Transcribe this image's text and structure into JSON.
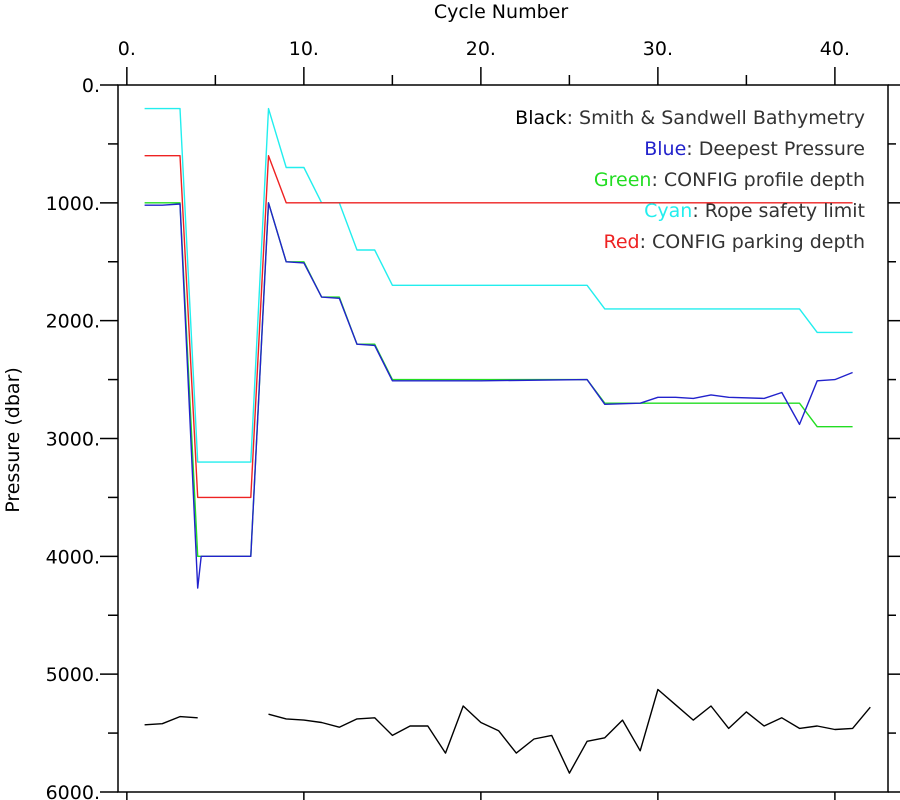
{
  "chart_data": {
    "type": "line",
    "xlabel": "Cycle Number",
    "ylabel": "Pressure (dbar)",
    "xlim": [
      -0.5,
      43
    ],
    "ylim": [
      6000,
      0
    ],
    "y_inverted": true,
    "x_axis_position": "top",
    "xticks_major": [
      0,
      10,
      20,
      30,
      40
    ],
    "xtick_labels": [
      "0.",
      "10.",
      "20.",
      "30.",
      "40."
    ],
    "xticks_minor": [
      5,
      15,
      25,
      35
    ],
    "yticks_major": [
      0,
      1000,
      2000,
      3000,
      4000,
      5000,
      6000
    ],
    "ytick_labels": [
      "0.",
      "1000.",
      "2000.",
      "3000.",
      "4000.",
      "5000.",
      "6000."
    ],
    "yticks_minor": [
      500,
      1500,
      2500,
      3500,
      4500,
      5500
    ],
    "grid": false,
    "legend_position": "top-right",
    "legend": [
      {
        "color_word": "Black",
        "text": ": Smith & Sandwell Bathymetry",
        "color": "#000000"
      },
      {
        "color_word": "Blue",
        "text": ": Deepest Pressure",
        "color": "#2222cc"
      },
      {
        "color_word": "Green",
        "text": ": CONFIG profile depth",
        "color": "#22dd22"
      },
      {
        "color_word": "Cyan",
        "text": ": Rope safety limit",
        "color": "#22eeee"
      },
      {
        "color_word": "Red",
        "text": ": CONFIG parking depth",
        "color": "#ee2222"
      }
    ],
    "series": [
      {
        "id": "rope",
        "color": "#22eeee",
        "points": [
          [
            1,
            200
          ],
          [
            3,
            200
          ],
          [
            4,
            3200
          ],
          [
            7,
            3200
          ],
          [
            8,
            200
          ],
          [
            9,
            700
          ],
          [
            10,
            700
          ],
          [
            11,
            1000
          ],
          [
            12,
            1000
          ],
          [
            13,
            1400
          ],
          [
            14,
            1400
          ],
          [
            15,
            1700
          ],
          [
            26,
            1700
          ],
          [
            27,
            1900
          ],
          [
            38,
            1900
          ],
          [
            39,
            2100
          ],
          [
            41,
            2100
          ]
        ]
      },
      {
        "id": "parking",
        "color": "#ee2222",
        "points": [
          [
            1,
            600
          ],
          [
            3,
            600
          ],
          [
            4,
            3500
          ],
          [
            7,
            3500
          ],
          [
            8,
            600
          ],
          [
            9,
            1000
          ],
          [
            41,
            1000
          ]
        ]
      },
      {
        "id": "profile",
        "color": "#22dd22",
        "points": [
          [
            1,
            1000
          ],
          [
            3,
            1000
          ],
          [
            4,
            4000
          ],
          [
            7,
            4000
          ],
          [
            8,
            1000
          ],
          [
            9,
            1500
          ],
          [
            10,
            1500
          ],
          [
            11,
            1800
          ],
          [
            12,
            1800
          ],
          [
            13,
            2200
          ],
          [
            14,
            2200
          ],
          [
            15,
            2500
          ],
          [
            26,
            2500
          ],
          [
            27,
            2700
          ],
          [
            38,
            2700
          ],
          [
            39,
            2900
          ],
          [
            41,
            2900
          ]
        ]
      },
      {
        "id": "deepest",
        "color": "#2222cc",
        "points": [
          [
            1,
            1020
          ],
          [
            2,
            1020
          ],
          [
            3,
            1010
          ],
          [
            4,
            4270
          ],
          [
            4.2,
            4000
          ],
          [
            7,
            4000
          ],
          [
            8,
            1000
          ],
          [
            9,
            1500
          ],
          [
            10,
            1510
          ],
          [
            11,
            1800
          ],
          [
            12,
            1810
          ],
          [
            13,
            2200
          ],
          [
            14,
            2210
          ],
          [
            15,
            2510
          ],
          [
            20,
            2510
          ],
          [
            26,
            2500
          ],
          [
            27,
            2710
          ],
          [
            29,
            2700
          ],
          [
            30,
            2650
          ],
          [
            31,
            2650
          ],
          [
            32,
            2660
          ],
          [
            33,
            2630
          ],
          [
            34,
            2650
          ],
          [
            36,
            2660
          ],
          [
            37,
            2610
          ],
          [
            38,
            2880
          ],
          [
            39,
            2510
          ],
          [
            40,
            2500
          ],
          [
            41,
            2440
          ]
        ]
      },
      {
        "id": "bathymetry",
        "color": "#000000",
        "segments": [
          [
            [
              1,
              5430
            ],
            [
              2,
              5420
            ],
            [
              3,
              5360
            ],
            [
              4,
              5370
            ]
          ],
          [
            [
              8,
              5340
            ],
            [
              9,
              5380
            ],
            [
              10,
              5390
            ],
            [
              11,
              5410
            ],
            [
              12,
              5450
            ],
            [
              13,
              5380
            ],
            [
              14,
              5370
            ],
            [
              15,
              5520
            ],
            [
              16,
              5440
            ],
            [
              17,
              5440
            ],
            [
              18,
              5670
            ],
            [
              19,
              5270
            ],
            [
              20,
              5410
            ],
            [
              21,
              5480
            ],
            [
              22,
              5670
            ],
            [
              23,
              5550
            ],
            [
              24,
              5520
            ],
            [
              25,
              5840
            ],
            [
              26,
              5570
            ],
            [
              27,
              5540
            ],
            [
              28,
              5390
            ],
            [
              29,
              5650
            ],
            [
              30,
              5130
            ],
            [
              31,
              5260
            ],
            [
              32,
              5390
            ],
            [
              33,
              5270
            ],
            [
              34,
              5460
            ],
            [
              35,
              5320
            ],
            [
              36,
              5440
            ],
            [
              37,
              5370
            ],
            [
              38,
              5460
            ],
            [
              39,
              5440
            ],
            [
              40,
              5470
            ],
            [
              41,
              5460
            ],
            [
              42,
              5280
            ]
          ]
        ]
      }
    ]
  }
}
